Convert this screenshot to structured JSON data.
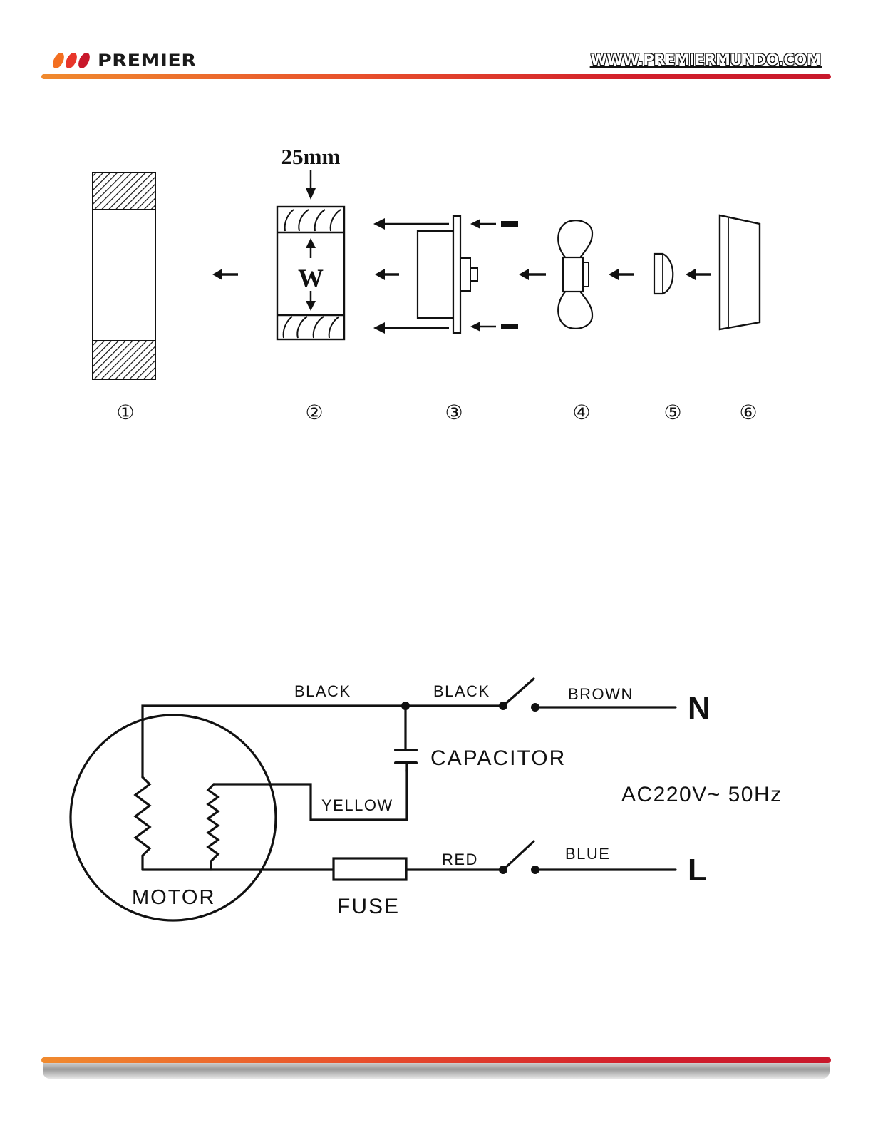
{
  "header": {
    "brand": "PREMIER",
    "website": "WWW.PREMIERMUNDO.COM",
    "logo_colors": [
      "#f36f21",
      "#e8362b",
      "#c8182b"
    ]
  },
  "assembly": {
    "dimension_label": "25mm",
    "width_label": "W",
    "part_numbers": [
      "①",
      "②",
      "③",
      "④",
      "⑤",
      "⑥"
    ]
  },
  "wiring": {
    "wire_labels": {
      "black_left": "BLACK",
      "black_right": "BLACK",
      "brown": "BROWN",
      "yellow": "YELLOW",
      "red": "RED",
      "blue": "BLUE"
    },
    "component_labels": {
      "capacitor": "CAPACITOR",
      "motor": "MOTOR",
      "fuse": "FUSE"
    },
    "terminals": {
      "neutral": "N",
      "live": "L"
    },
    "supply": "AC220V~ 50Hz"
  },
  "colors": {
    "accent_orange": "#f08a2e",
    "accent_red": "#d21f2b",
    "ink": "#111111"
  }
}
